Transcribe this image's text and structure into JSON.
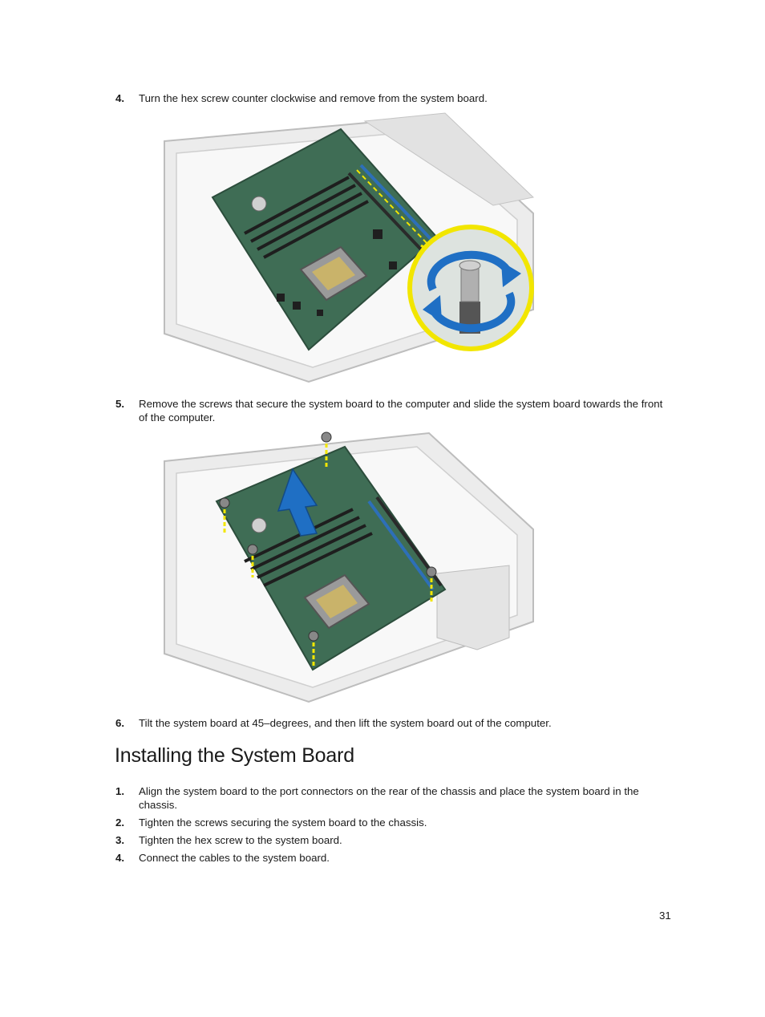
{
  "steps_removal": [
    {
      "num": "4.",
      "text": "Turn the hex screw counter clockwise and remove from the system board."
    },
    {
      "num": "5.",
      "text": "Remove the screws that secure the system board to the computer and slide the system board towards the front of the computer."
    },
    {
      "num": "6.",
      "text": "Tilt the system board at 45–degrees, and then lift the system board out of the computer."
    }
  ],
  "section_title": "Installing the System Board",
  "steps_install": [
    {
      "num": "1.",
      "text": "Align the system board to the port connectors on the rear of the chassis and place the system board in the chassis."
    },
    {
      "num": "2.",
      "text": "Tighten the screws securing the system board to the chassis."
    },
    {
      "num": "3.",
      "text": "Tighten the hex screw to the system board."
    },
    {
      "num": "4.",
      "text": "Connect the cables to the system board."
    }
  ],
  "page_number": "31",
  "colors": {
    "board_green": "#3f6d55",
    "callout_yellow": "#f2e600",
    "arrow_blue": "#1f6fc4",
    "chassis_gray": "#d9d9d9"
  },
  "icons": [
    "rotate-counterclockwise-icon",
    "arrow-up-icon",
    "screw-icon"
  ]
}
